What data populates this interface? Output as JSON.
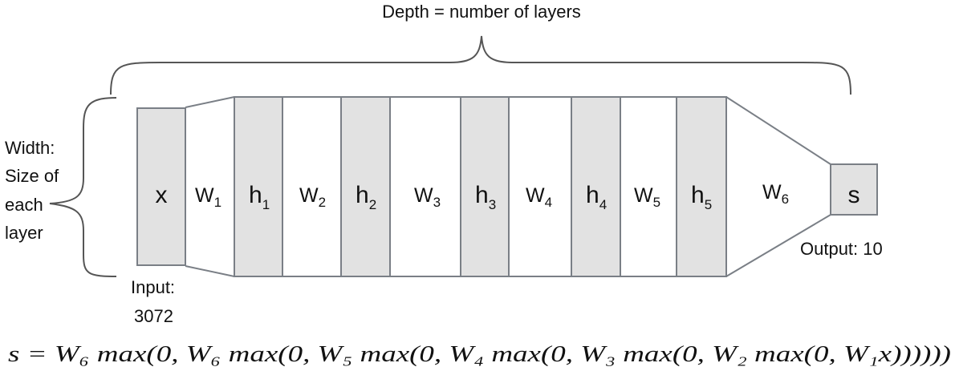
{
  "depth_label": "Depth = number of layers",
  "width_label": [
    "Width:",
    "Size of",
    "each",
    "layer"
  ],
  "input_label": [
    "Input:",
    "3072"
  ],
  "output_label": "Output: 10",
  "layers": {
    "x": "x",
    "h1": {
      "main": "h",
      "sub": "1"
    },
    "h2": {
      "main": "h",
      "sub": "2"
    },
    "h3": {
      "main": "h",
      "sub": "3"
    },
    "h4": {
      "main": "h",
      "sub": "4"
    },
    "h5": {
      "main": "h",
      "sub": "5"
    },
    "s": "s"
  },
  "weights": {
    "w1": {
      "main": "W",
      "sub": "1"
    },
    "w2": {
      "main": "W",
      "sub": "2"
    },
    "w3": {
      "main": "W",
      "sub": "3"
    },
    "w4": {
      "main": "W",
      "sub": "4"
    },
    "w5": {
      "main": "W",
      "sub": "5"
    },
    "w6": {
      "main": "W",
      "sub": "6"
    }
  },
  "equation": "s = W₆ max(0, W₆ max(0, W₅ max(0, W₄ max(0, W₃ max(0, W₂ max(0, W₁x))))))",
  "colors": {
    "layer_fill": "#e2e2e2",
    "stroke": "#7a7f86"
  }
}
